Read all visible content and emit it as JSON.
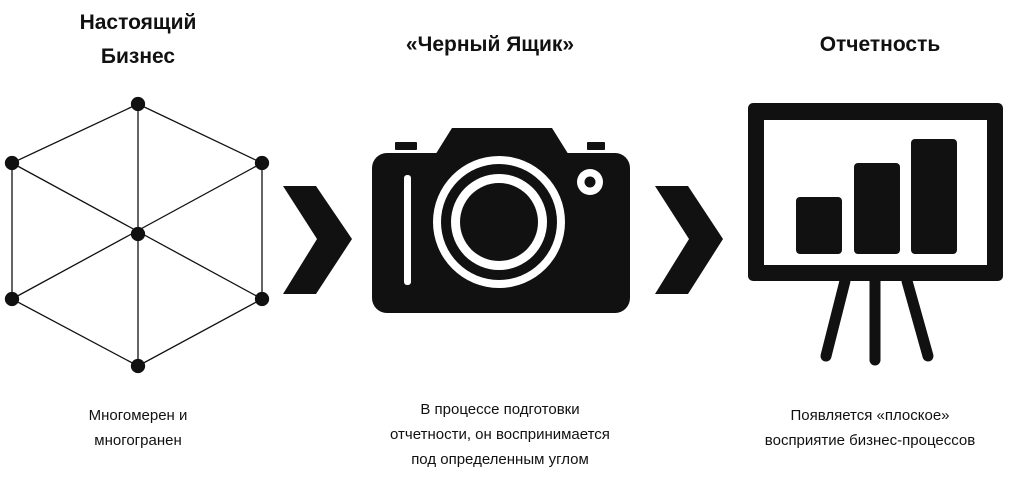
{
  "columns": [
    {
      "title_lines": [
        "Настоящий",
        "Бизнес"
      ],
      "icon": "hexagon-cube-graph-icon",
      "caption_lines": [
        "Многомерен и",
        "многогранен"
      ]
    },
    {
      "title_lines": [
        "«Черный Ящик»"
      ],
      "icon": "camera-icon",
      "caption_lines": [
        "В процессе подготовки",
        "отчетности, он воспринимается",
        "под определенным углом"
      ]
    },
    {
      "title_lines": [
        "Отчетность"
      ],
      "icon": "presentation-bar-chart-icon",
      "caption_lines": [
        "Появляется «плоское»",
        "восприятие бизнес-процессов"
      ]
    }
  ],
  "connectors": [
    "chevron-right-icon",
    "chevron-right-icon"
  ],
  "colors": {
    "ink": "#111111",
    "background": "#ffffff"
  }
}
